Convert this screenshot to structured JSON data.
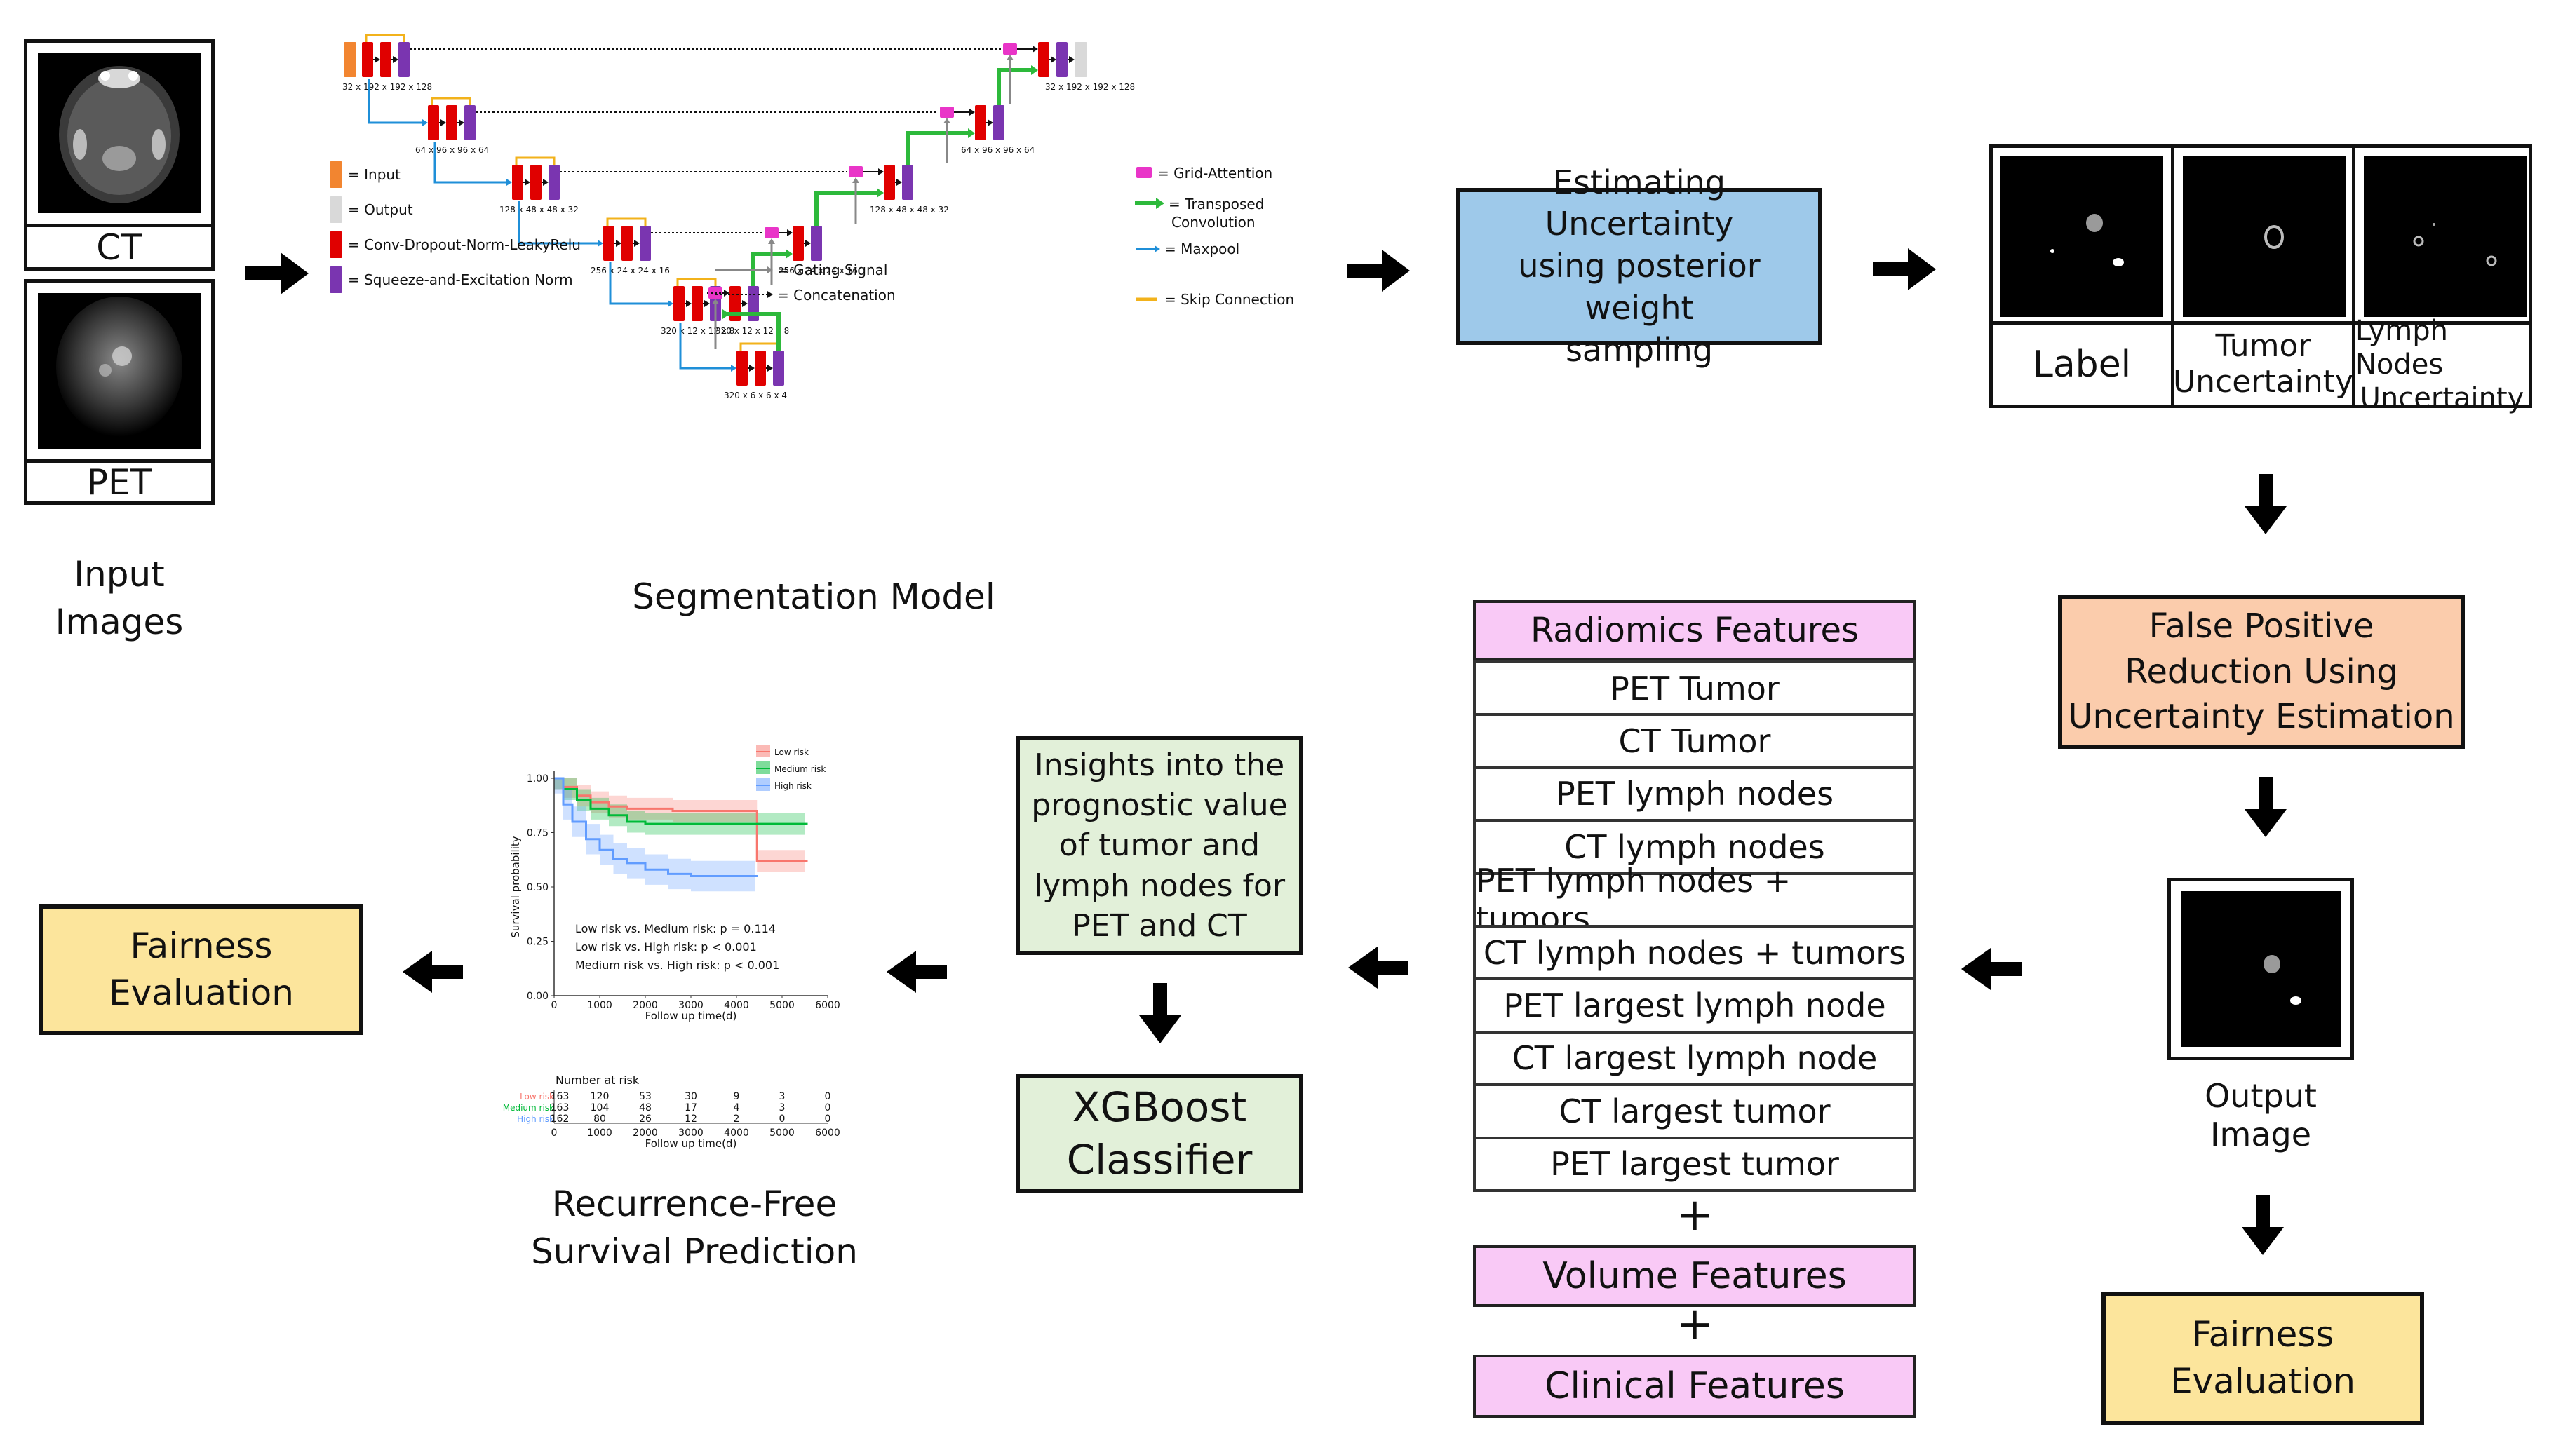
{
  "input": {
    "ct_label": "CT",
    "pet_label": "PET",
    "caption": [
      "Input",
      "Images"
    ]
  },
  "segmentation": {
    "caption": "Segmentation Model",
    "dims": {
      "enc1": "32 x 192 x 192 x 128",
      "enc2": "64 x 96 x 96 x 64",
      "enc3": "128 x 48 x 48 x 32",
      "enc4": "256 x 24 x 24 x 16",
      "enc5": "320 x 12 x 12 x 8",
      "bottom": "320 x 6 x 6 x 4",
      "dec5": "320 x 12 x 12 x 8",
      "dec4": "256 x 24 x 24 x 16",
      "dec3": "128 x 48 x 48 x 32",
      "dec2": "64 x 96 x 96 x 64",
      "dec1": "32 x 192 x 192 x 128"
    },
    "legend": {
      "input": "= Input",
      "output": "= Output",
      "conv": "= Conv-Dropout-Norm-LeakyRelu",
      "se": "= Squeeze-and-Excitation Norm",
      "gating": "= Gating Signal",
      "concat": "= Concatenation",
      "grid": "= Grid-Attention",
      "transposed_1": "= Transposed",
      "transposed_2": "Convolution",
      "maxpool": "= Maxpool",
      "skip": "= Skip Connection"
    },
    "colors": {
      "input": "#f28530",
      "output": "#d9d9d9",
      "conv": "#e00000",
      "se": "#7a35b0",
      "grid": "#e935c8",
      "transposed": "#2db93b",
      "maxpool": "#1f8fd8",
      "skip": "#f2b21b"
    }
  },
  "uncertainty_box": {
    "lines": [
      "Estimating Uncertainty",
      "using posterior weight",
      "sampling"
    ],
    "color": "#9ec9ea"
  },
  "label_panel": {
    "label": "Label",
    "tumor": [
      "Tumor",
      "Uncertainty"
    ],
    "lymph": [
      "Lymph Nodes",
      "Uncertainty"
    ]
  },
  "false_positive_box": {
    "lines": [
      "False Positive",
      "Reduction Using",
      "Uncertainty Estimation"
    ],
    "color": "#fbccac"
  },
  "output_image": {
    "caption": [
      "Output",
      "Image"
    ]
  },
  "fairness_right": {
    "lines": [
      "Fairness",
      "Evaluation"
    ],
    "color": "#fce59c"
  },
  "fairness_left": {
    "lines": [
      "Fairness",
      "Evaluation"
    ],
    "color": "#fce59c"
  },
  "features": {
    "radiomics_title": "Radiomics Features",
    "items": [
      "PET Tumor",
      "CT Tumor",
      "PET lymph nodes",
      "CT lymph nodes",
      "PET lymph nodes + tumors",
      "CT lymph nodes + tumors",
      "PET largest lymph node",
      "CT largest lymph node",
      "CT largest tumor",
      "PET largest tumor"
    ],
    "plus": "+",
    "volume": "Volume Features",
    "clinical": "Clinical Features",
    "color": "#f9c9f6"
  },
  "insights_box": {
    "lines": [
      "Insights into the",
      "prognostic value",
      "of tumor and",
      "lymph nodes for",
      "PET and CT"
    ],
    "color": "#e2f0d9"
  },
  "xgboost_box": {
    "lines": [
      "XGBoost",
      "Classifier"
    ],
    "color": "#e2f0d9"
  },
  "survival": {
    "caption": [
      "Recurrence-Free",
      "Survival Prediction"
    ],
    "chart_data": {
      "type": "line",
      "ylabel": "Survival probability",
      "xlabel": "Follow up time(d)",
      "xlim": [
        0,
        6000
      ],
      "ylim": [
        0,
        1
      ],
      "x_ticks": [
        "0",
        "1000",
        "2000",
        "3000",
        "4000",
        "5000",
        "6000"
      ],
      "y_ticks": [
        "0.00",
        "0.25",
        "0.50",
        "0.75",
        "1.00"
      ],
      "legend": [
        "Low risk",
        "Medium risk",
        "High risk"
      ],
      "series": [
        {
          "name": "Low risk",
          "color": "#f8766d",
          "x": [
            0,
            200,
            500,
            800,
            1200,
            1600,
            2000,
            2600,
            3200,
            4000,
            4400,
            4450,
            5500
          ],
          "y": [
            1.0,
            0.96,
            0.92,
            0.89,
            0.87,
            0.86,
            0.86,
            0.85,
            0.85,
            0.85,
            0.85,
            0.62,
            0.62
          ]
        },
        {
          "name": "Medium risk",
          "color": "#00ba38",
          "x": [
            0,
            200,
            500,
            800,
            1200,
            1600,
            2000,
            2600,
            3200,
            4000,
            5000,
            5500
          ],
          "y": [
            1.0,
            0.95,
            0.9,
            0.86,
            0.83,
            0.8,
            0.79,
            0.79,
            0.79,
            0.79,
            0.79,
            0.79
          ]
        },
        {
          "name": "High risk",
          "color": "#619cff",
          "x": [
            0,
            200,
            400,
            700,
            1000,
            1300,
            1600,
            2000,
            2500,
            3000,
            3500,
            4000,
            4400
          ],
          "y": [
            1.0,
            0.88,
            0.8,
            0.72,
            0.67,
            0.63,
            0.61,
            0.58,
            0.56,
            0.55,
            0.55,
            0.55,
            0.55
          ]
        }
      ],
      "annotations": [
        "Low risk vs. Medium risk: p = 0.114",
        "Low risk vs. High risk: p < 0.001",
        "Medium risk vs. High risk: p < 0.001"
      ],
      "risk_table": {
        "title": "Number at risk",
        "rows": [
          {
            "name": "Low risk",
            "color": "#f8766d",
            "values": [
              "163",
              "120",
              "53",
              "30",
              "9",
              "3",
              "0"
            ]
          },
          {
            "name": "Medium risk",
            "color": "#00ba38",
            "values": [
              "163",
              "104",
              "48",
              "17",
              "4",
              "3",
              "0"
            ]
          },
          {
            "name": "High risk",
            "color": "#619cff",
            "values": [
              "162",
              "80",
              "26",
              "12",
              "2",
              "0",
              "0"
            ]
          }
        ],
        "xlabel": "Follow up time(d)"
      }
    }
  }
}
